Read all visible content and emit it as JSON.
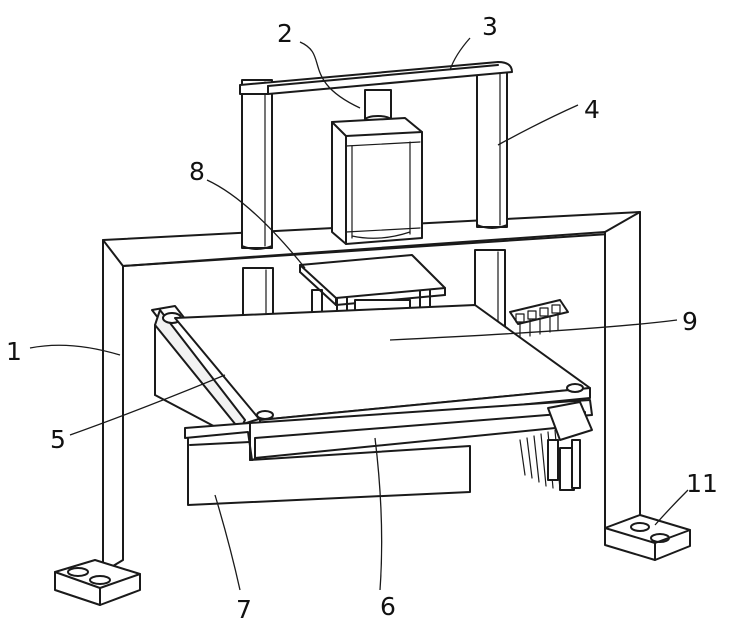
{
  "figure": {
    "labels": {
      "frame": "1",
      "cylinder": "2",
      "top_beam": "3",
      "guide_post": "4",
      "press_plate": "5",
      "front_rail": "6",
      "front_block": "7",
      "upper_plate": "8",
      "rear_comb": "9",
      "foot_plate": "11"
    }
  }
}
